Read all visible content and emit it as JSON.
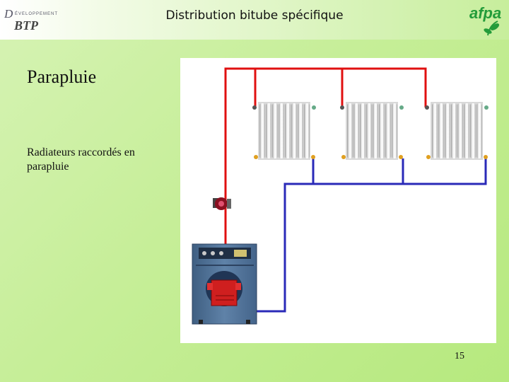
{
  "header": {
    "title": "Distribution bitube spécifique",
    "logo_left_text": "BTP",
    "logo_right_text": "afpa"
  },
  "slide": {
    "title": "Parapluie",
    "caption": "Radiateurs raccordés en parapluie",
    "page_number": "15"
  },
  "diagram": {
    "supply_color": "#e01010",
    "return_color": "#2a2ab8",
    "radiator_count": 3
  }
}
